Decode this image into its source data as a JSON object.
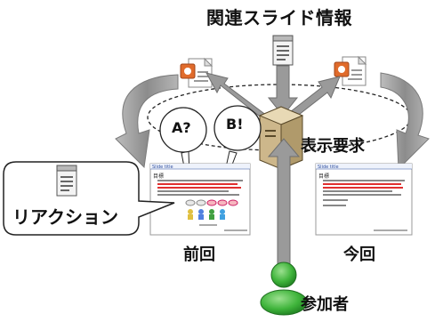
{
  "labels": {
    "title": "関連スライド情報",
    "display_request": "表示要求",
    "reaction": "リアクション",
    "previous": "前回",
    "current": "今回",
    "participant": "参加者",
    "bubble_a": "A?",
    "bubble_b": "B!"
  },
  "slides": {
    "previous": {
      "header": "Slide title",
      "heading": "目標"
    },
    "current": {
      "header": "Slide title",
      "heading": "目標"
    }
  },
  "colors": {
    "arrow_gray": "#9a9a9a",
    "participant_green": "#39b13a",
    "server_tan": "#d8c59a",
    "slide_red_text": "#e03030"
  }
}
